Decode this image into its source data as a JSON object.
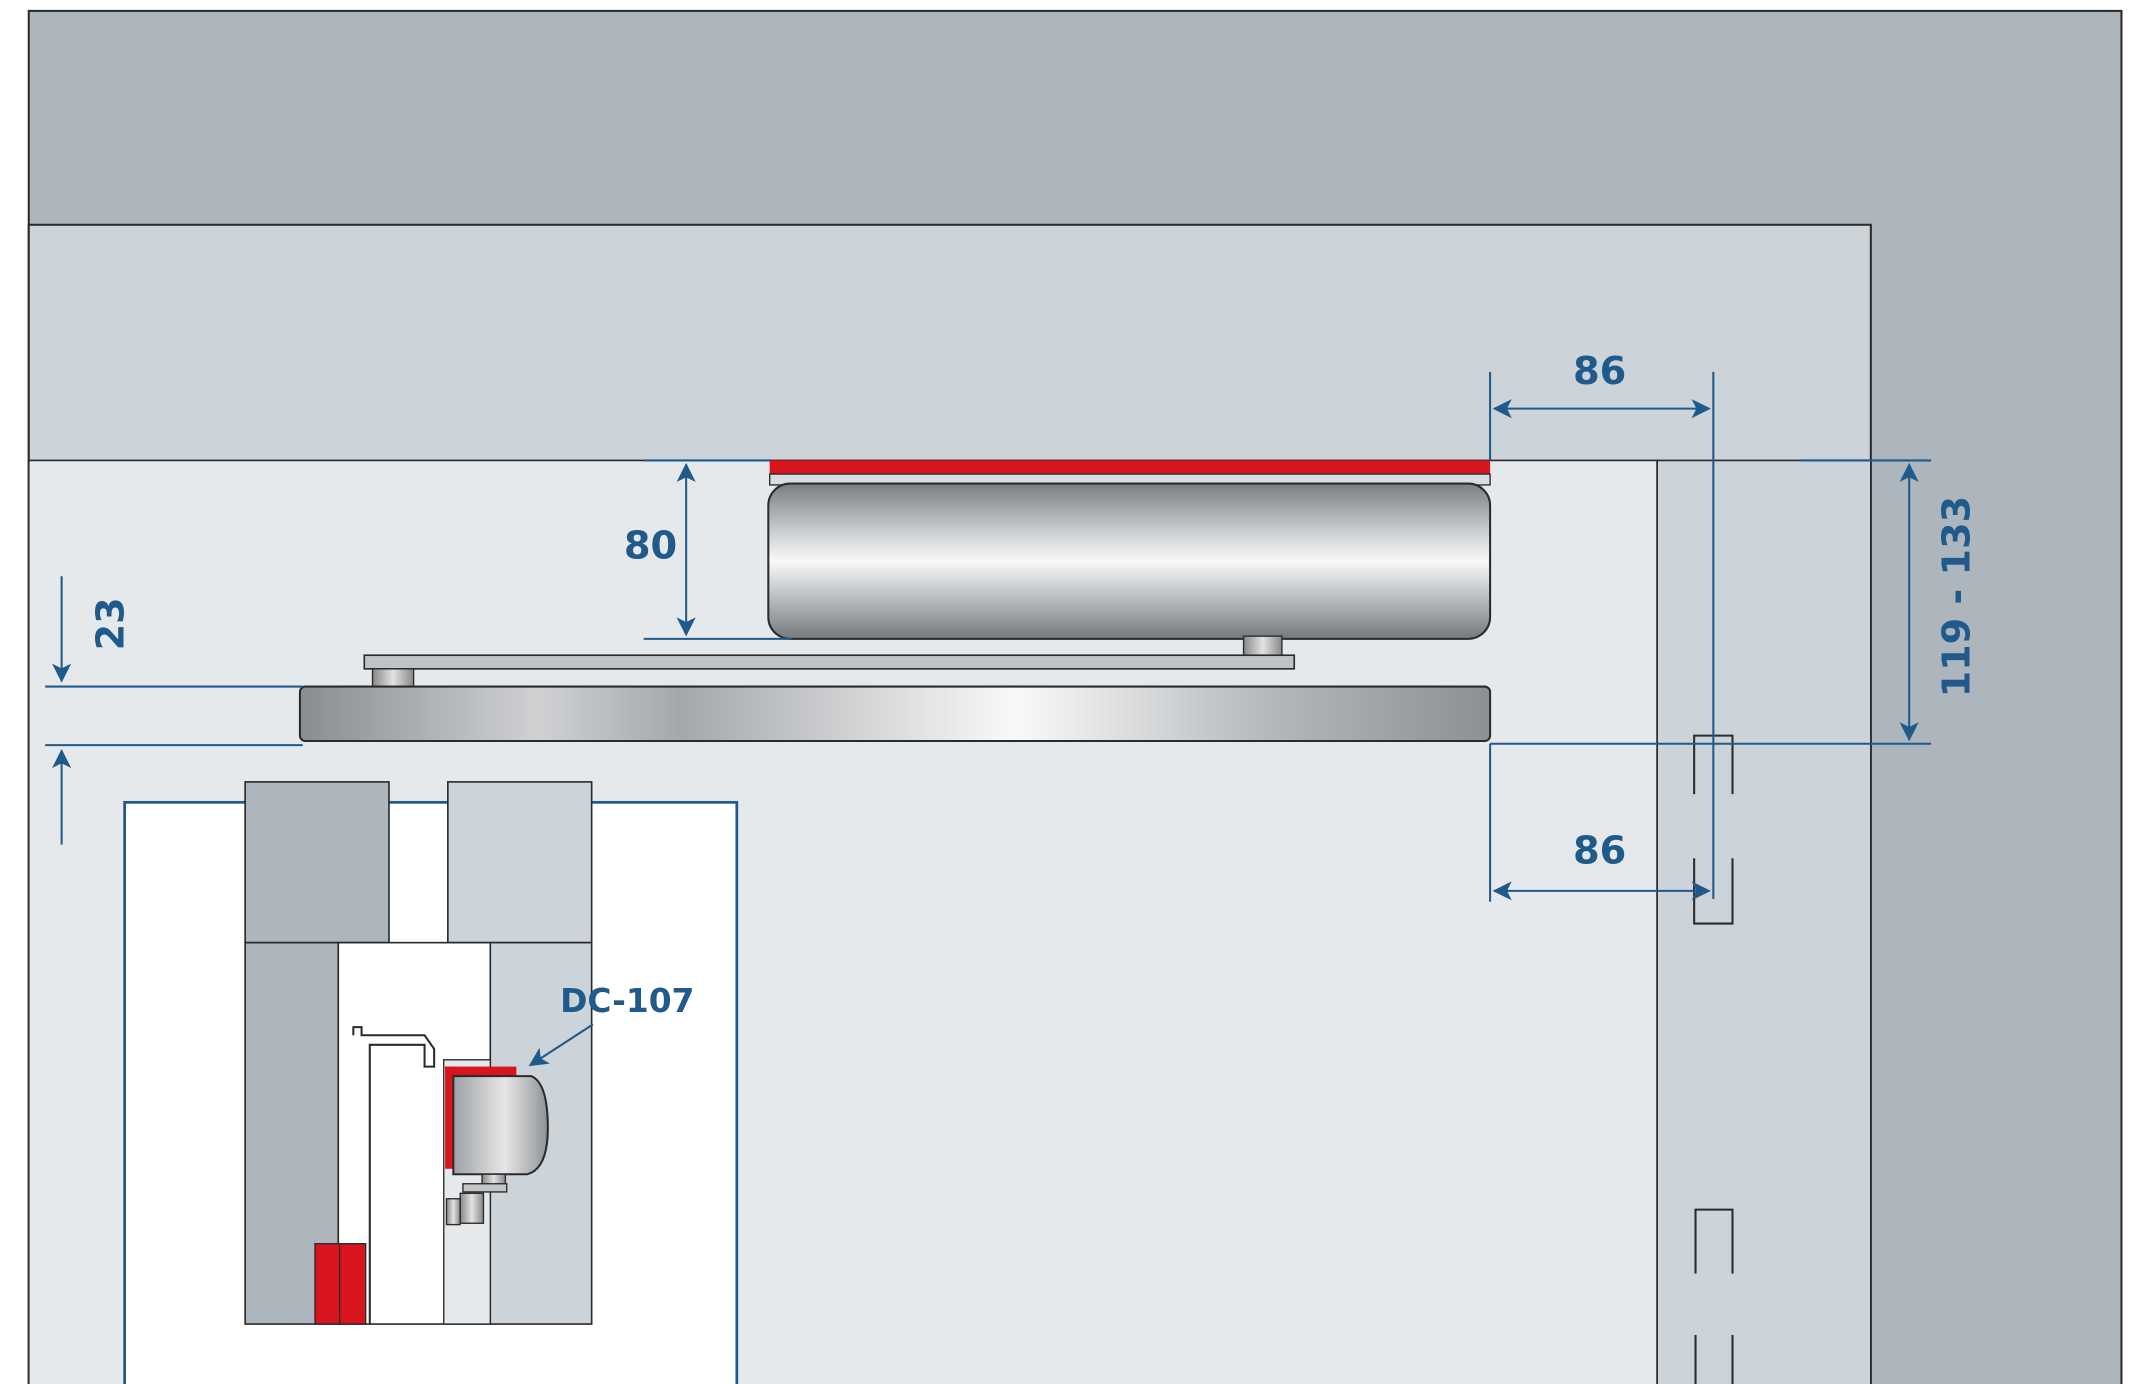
{
  "dimensions": {
    "width_top": "86",
    "width_bottom": "86",
    "closer_height": "80",
    "arm_offset": "23",
    "total_height": "119 - 133"
  },
  "callout": {
    "label": "DC-107"
  },
  "colors": {
    "wall_dark": "#adb5bd",
    "wall_light": "#ccd3d9",
    "door_panel": "#e6e9ec",
    "dimension_line": "#1f5a8a",
    "seal_red": "#d8141e",
    "outline": "#2b2b2b"
  }
}
